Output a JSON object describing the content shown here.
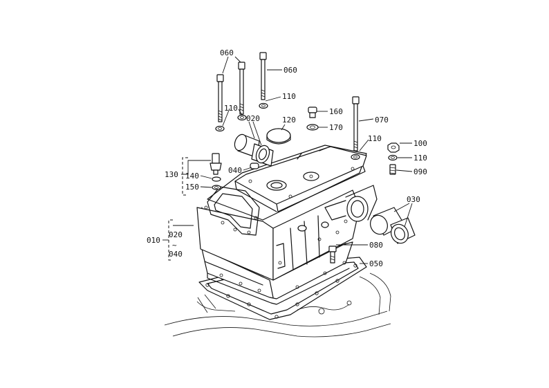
{
  "callouts": [
    {
      "id": "c060a",
      "text": "060"
    },
    {
      "id": "c060b",
      "text": "060"
    },
    {
      "id": "c110a",
      "text": "110"
    },
    {
      "id": "c110b",
      "text": "110"
    },
    {
      "id": "c020a",
      "text": "020"
    },
    {
      "id": "c120",
      "text": "120"
    },
    {
      "id": "c160",
      "text": "160"
    },
    {
      "id": "c170",
      "text": "170"
    },
    {
      "id": "c070",
      "text": "070"
    },
    {
      "id": "c110c",
      "text": "110"
    },
    {
      "id": "c100",
      "text": "100"
    },
    {
      "id": "c110d",
      "text": "110"
    },
    {
      "id": "c090",
      "text": "090"
    },
    {
      "id": "c030",
      "text": "030"
    },
    {
      "id": "c130",
      "text": "130"
    },
    {
      "id": "c140",
      "text": "140"
    },
    {
      "id": "c150",
      "text": "150"
    },
    {
      "id": "c040a",
      "text": "040"
    },
    {
      "id": "c010",
      "text": "010"
    },
    {
      "id": "c020b",
      "text": "020"
    },
    {
      "id": "c040b",
      "text": "040"
    },
    {
      "id": "c080",
      "text": "080"
    },
    {
      "id": "c050",
      "text": "050"
    }
  ],
  "range_marker": "~"
}
